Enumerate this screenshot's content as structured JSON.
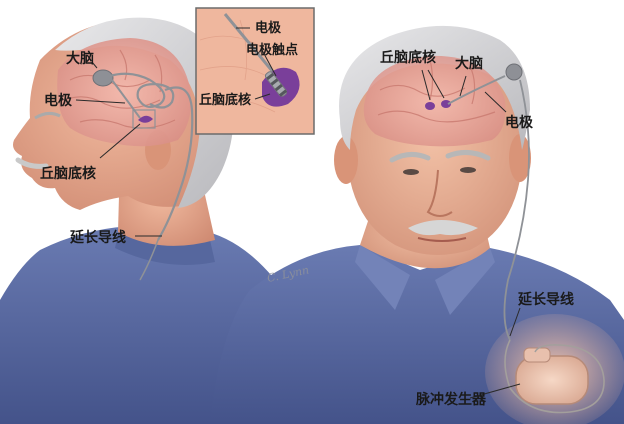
{
  "left_figure": {
    "labels": {
      "cerebrum": "大脑",
      "electrode": "电极",
      "stn": "丘脑底核",
      "extension": "延长导线"
    }
  },
  "inset": {
    "labels": {
      "electrode": "电极",
      "contacts": "电极触点",
      "stn": "丘脑底核"
    }
  },
  "right_figure": {
    "labels": {
      "stn": "丘脑底核",
      "cerebrum": "大脑",
      "electrode": "电极",
      "extension": "延长导线",
      "generator": "脉冲发生器"
    }
  },
  "artist_signature": "C. Lynn",
  "colors": {
    "background": "#ffffff",
    "skin": "#e6a88c",
    "brain": "#e7a59a",
    "shirt": "#5a6ba0",
    "hair": "#d2d2d4",
    "electrode": "#9a9ca2",
    "stn_marker": "#7a3f9a",
    "inset_bg": "#efb79e",
    "label": "#1a1a1a"
  }
}
